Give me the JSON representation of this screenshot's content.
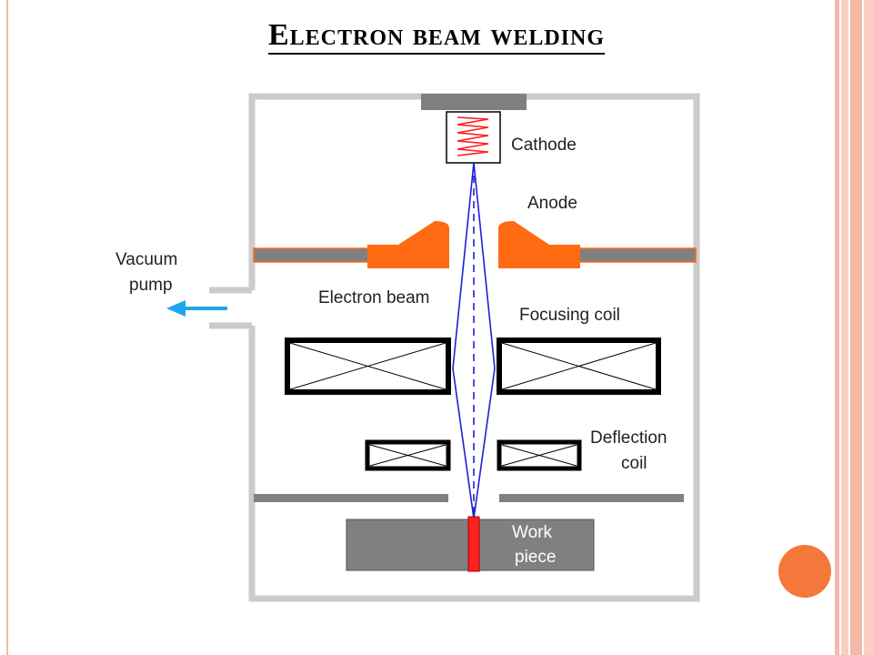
{
  "slide": {
    "title": "Electron beam welding",
    "colors": {
      "accent": "#f4773b",
      "border_pink": "#f4b9a7",
      "chamber_gray": "#cbcbcb",
      "plate_gray": "#808080",
      "anode_orange": "#ff6a13",
      "beam_blue": "#1f1fd6",
      "arrow_blue": "#1ea7f0",
      "filament_red": "#ff2020"
    }
  },
  "diagram": {
    "labels": {
      "cathode": "Cathode",
      "anode": "Anode",
      "vacuum_pump_line1": "Vacuum",
      "vacuum_pump_line2": "pump",
      "electron_beam": "Electron beam",
      "focusing_coil": "Focusing coil",
      "deflection_coil_line1": "Deflection",
      "deflection_coil_line2": "coil",
      "work_piece_line1": "Work",
      "work_piece_line2": "piece"
    }
  }
}
